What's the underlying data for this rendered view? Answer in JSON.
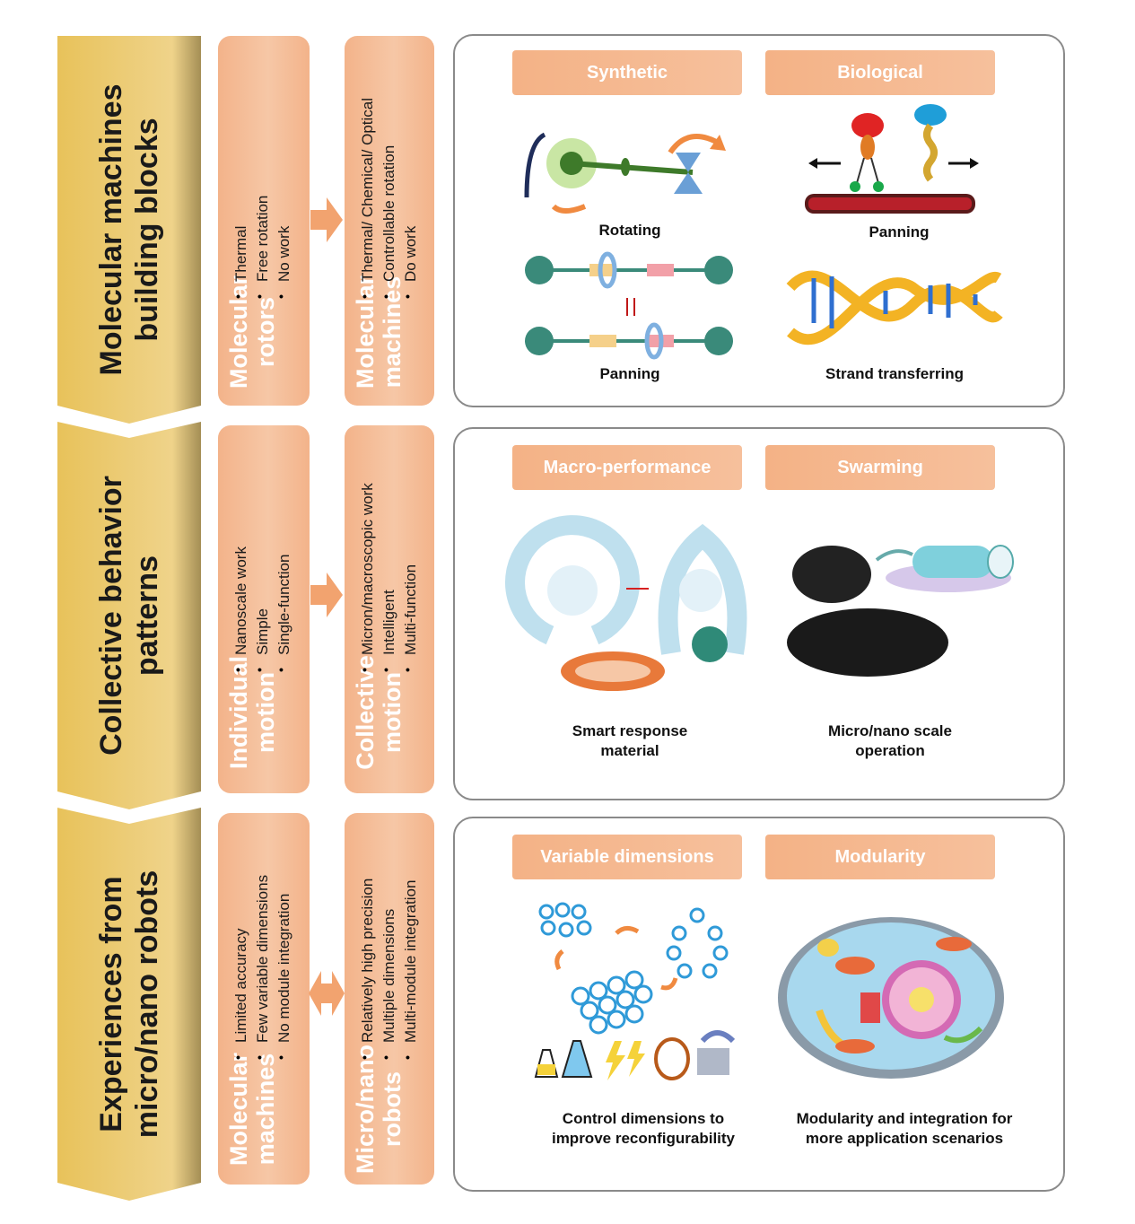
{
  "rows": [
    {
      "banner": "Molecular machines\nbuilding blocks",
      "col1_title": "Molecular\nrotors",
      "col1_bullets": [
        "Thermal",
        "Free rotation",
        "No work"
      ],
      "col2_title": "Molecular\nmachines",
      "col2_bullets": [
        "Thermal/ Chemical/ Optical",
        "Controllable rotation",
        "Do work"
      ],
      "panel": {
        "left_header": "Synthetic",
        "right_header": "Biological",
        "captions": [
          "Rotating",
          "Panning",
          "Panning",
          "Strand transferring"
        ]
      }
    },
    {
      "banner": "Collective behavior\npatterns",
      "col1_title": "Individual\nmotion",
      "col1_bullets": [
        "Nanoscale work",
        "Simple",
        "Single-function"
      ],
      "col2_title": "Collective\nmotion",
      "col2_bullets": [
        "Micron/macroscopic work",
        "Intelligent",
        "Multi-function"
      ],
      "panel": {
        "left_header": "Macro-performance",
        "right_header": "Swarming",
        "captions": [
          "Smart response\nmaterial",
          "Micro/nano scale\noperation"
        ]
      }
    },
    {
      "banner": "Experiences from\nmicro/nano robots",
      "col1_title": "Molecular\nmachines",
      "col1_bullets": [
        "Limited accuracy",
        "Few variable dimensions",
        "No module integration"
      ],
      "col2_title": "Micro/nano\nrobots",
      "col2_bullets": [
        "Relatively high precision",
        "Multiple dimensions",
        "Multi-module integration"
      ],
      "panel": {
        "left_header": "Variable dimensions",
        "right_header": "Modularity",
        "captions": [
          "Control dimensions to\nimprove reconfigurability",
          "Modularity and integration for\nmore application scenarios"
        ]
      }
    }
  ],
  "colors": {
    "banner_gold": "#e8c25a",
    "box_orange": "#f3b38a",
    "header_orange": "#f4b286",
    "arrow_orange": "#f2a36f",
    "panel_border": "#8a8a8a"
  }
}
